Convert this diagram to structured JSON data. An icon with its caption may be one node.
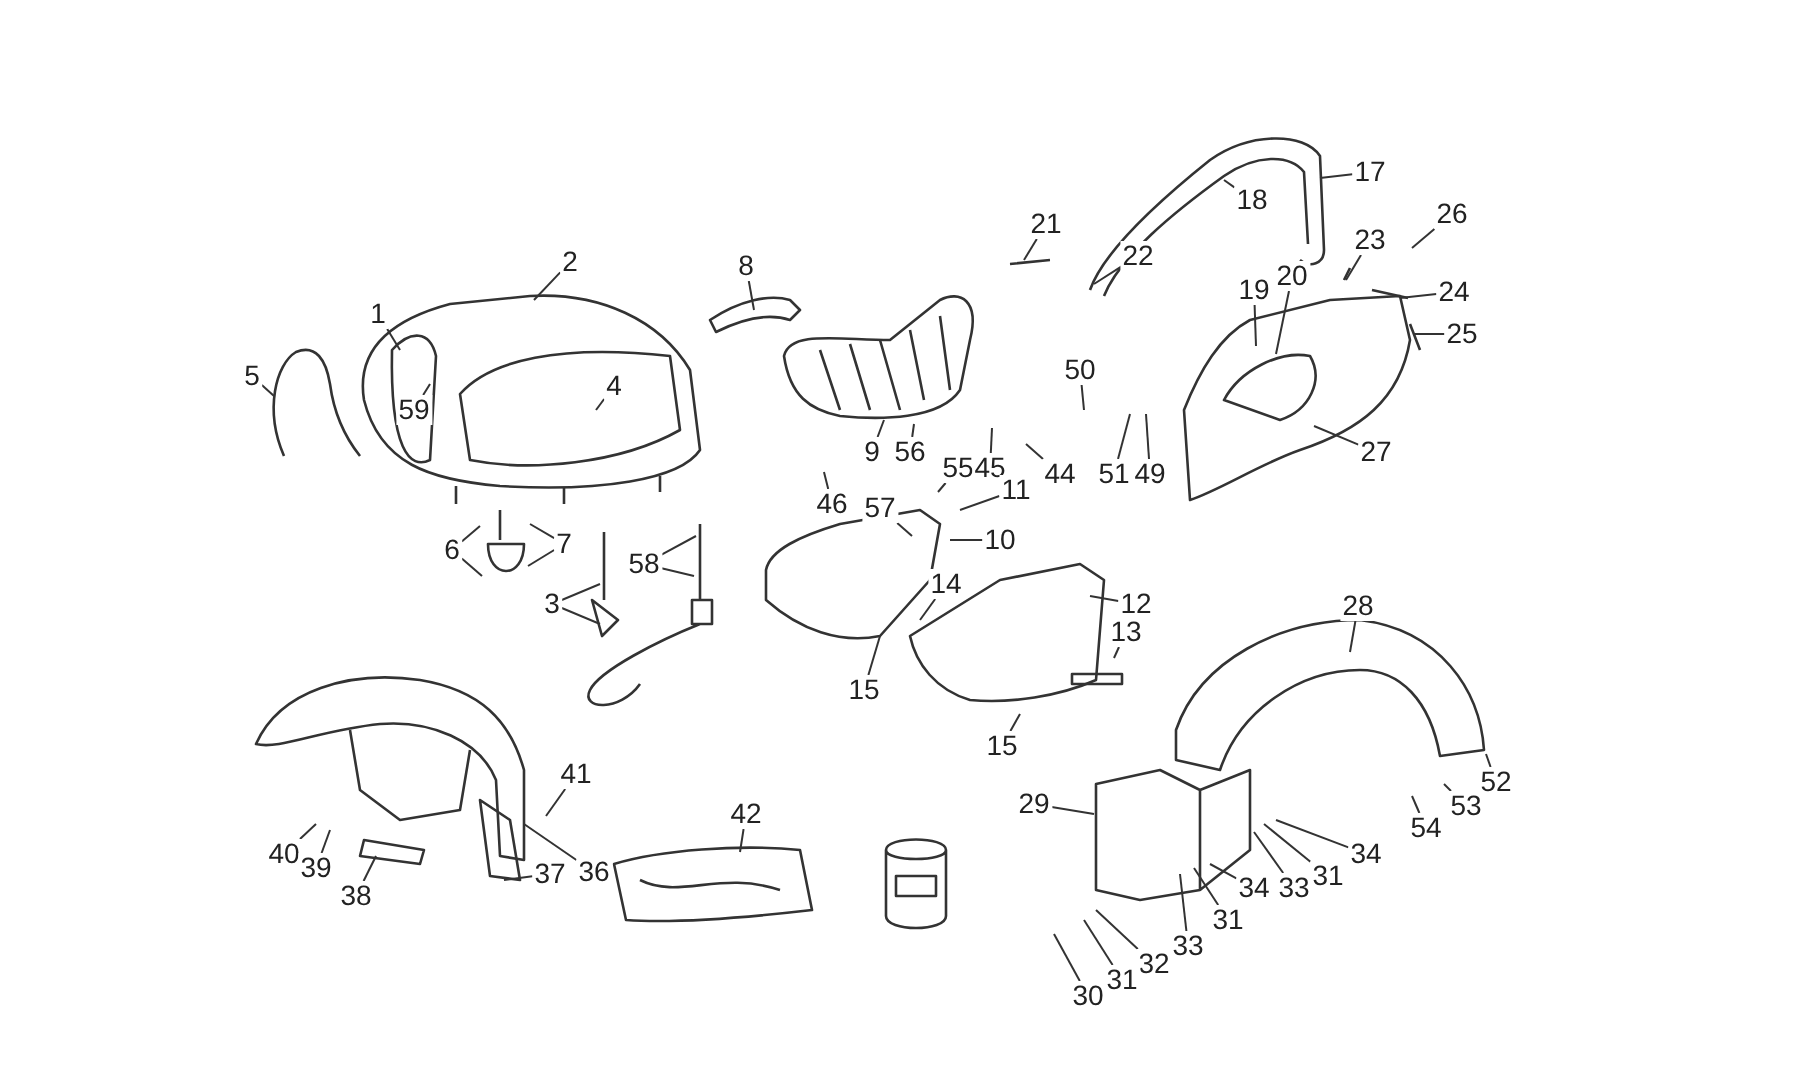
{
  "diagram": {
    "nodes": [
      {
        "text": [
          "8"
        ]
      },
      {
        "text": [
          "18"
        ]
      },
      {
        "text": [
          "17"
        ]
      },
      {
        "text": [
          "26"
        ]
      },
      {
        "text": [
          "21"
        ]
      },
      {
        "text": [
          "22"
        ]
      },
      {
        "text": [
          "23"
        ]
      },
      {
        "text": [
          "2"
        ]
      },
      {
        "text": [
          "1"
        ]
      },
      {
        "text": [
          "20"
        ]
      },
      {
        "text": [
          "19"
        ]
      },
      {
        "text": [
          "24"
        ]
      },
      {
        "text": [
          "25"
        ]
      },
      {
        "text": [
          "5"
        ]
      },
      {
        "text": [
          "4"
        ]
      },
      {
        "text": [
          "50"
        ]
      },
      {
        "text": [
          "59"
        ]
      },
      {
        "text": [
          "9"
        ]
      },
      {
        "text": [
          "56"
        ]
      },
      {
        "text": [
          "55"
        ]
      },
      {
        "text": [
          "45"
        ]
      },
      {
        "text": [
          "44"
        ]
      },
      {
        "text": [
          "51"
        ]
      },
      {
        "text": [
          "49"
        ]
      },
      {
        "text": [
          "27"
        ]
      },
      {
        "text": [
          "46"
        ]
      },
      {
        "text": [
          "57"
        ]
      },
      {
        "text": [
          "11"
        ]
      },
      {
        "text": [
          "10"
        ]
      },
      {
        "text": [
          "6"
        ]
      },
      {
        "text": [
          "7"
        ]
      },
      {
        "text": [
          "58"
        ]
      },
      {
        "text": [
          "3"
        ]
      },
      {
        "text": [
          "14"
        ]
      },
      {
        "text": [
          "12"
        ]
      },
      {
        "text": [
          "28"
        ]
      },
      {
        "text": [
          "13"
        ]
      },
      {
        "text": [
          "15"
        ]
      },
      {
        "text": [
          "15"
        ]
      },
      {
        "text": [
          "41"
        ]
      },
      {
        "text": [
          "52"
        ]
      },
      {
        "text": [
          "53"
        ]
      },
      {
        "text": [
          "29"
        ]
      },
      {
        "text": [
          "42"
        ]
      },
      {
        "text": [
          "54"
        ]
      },
      {
        "text": [
          "40"
        ]
      },
      {
        "text": [
          "39"
        ]
      },
      {
        "text": [
          "36"
        ]
      },
      {
        "text": [
          "37"
        ]
      },
      {
        "text": [
          "34"
        ]
      },
      {
        "text": [
          "31"
        ]
      },
      {
        "text": [
          "33"
        ]
      },
      {
        "text": [
          "34"
        ]
      },
      {
        "text": [
          "38"
        ]
      },
      {
        "text": [
          "31"
        ]
      },
      {
        "text": [
          "33"
        ]
      },
      {
        "text": [
          "32"
        ]
      },
      {
        "text": [
          "31"
        ]
      },
      {
        "text": [
          "30"
        ]
      }
    ],
    "edges": [
      {
        "from": 0,
        "to": null,
        "arrow": "none"
      },
      {
        "from": 1,
        "to": null,
        "arrow": "none"
      },
      {
        "from": 2,
        "to": null,
        "arrow": "none"
      },
      {
        "from": 3,
        "to": null,
        "arrow": "none"
      },
      {
        "from": 4,
        "to": null,
        "arrow": "none"
      },
      {
        "from": 5,
        "to": null,
        "arrow": "none"
      },
      {
        "from": 6,
        "to": null,
        "arrow": "none"
      },
      {
        "from": 7,
        "to": null,
        "arrow": "none"
      },
      {
        "from": 8,
        "to": null,
        "arrow": "none"
      },
      {
        "from": 9,
        "to": null,
        "arrow": "none"
      },
      {
        "from": 10,
        "to": null,
        "arrow": "none"
      },
      {
        "from": 11,
        "to": null,
        "arrow": "none"
      },
      {
        "from": 12,
        "to": null,
        "arrow": "none"
      },
      {
        "from": 13,
        "to": null,
        "arrow": "none"
      },
      {
        "from": 14,
        "to": null,
        "arrow": "none"
      },
      {
        "from": 15,
        "to": null,
        "arrow": "none"
      },
      {
        "from": 16,
        "to": null,
        "arrow": "none"
      },
      {
        "from": 17,
        "to": null,
        "arrow": "none"
      },
      {
        "from": 18,
        "to": null,
        "arrow": "none"
      },
      {
        "from": 19,
        "to": null,
        "arrow": "none"
      },
      {
        "from": 20,
        "to": null,
        "arrow": "none"
      },
      {
        "from": 21,
        "to": null,
        "arrow": "none"
      },
      {
        "from": 22,
        "to": null,
        "arrow": "none"
      },
      {
        "from": 23,
        "to": null,
        "arrow": "none"
      },
      {
        "from": 24,
        "to": null,
        "arrow": "none"
      },
      {
        "from": 25,
        "to": null,
        "arrow": "none"
      },
      {
        "from": 26,
        "to": null,
        "arrow": "none"
      },
      {
        "from": 27,
        "to": null,
        "arrow": "none"
      },
      {
        "from": 28,
        "to": null,
        "arrow": "none"
      },
      {
        "from": 29,
        "to": null,
        "arrow": "none"
      },
      {
        "from": 29,
        "to": null,
        "arrow": "none"
      },
      {
        "from": 30,
        "to": null,
        "arrow": "none"
      },
      {
        "from": 30,
        "to": null,
        "arrow": "none"
      },
      {
        "from": 31,
        "to": null,
        "arrow": "none"
      },
      {
        "from": 31,
        "to": null,
        "arrow": "none"
      },
      {
        "from": 32,
        "to": null,
        "arrow": "none"
      },
      {
        "from": 32,
        "to": null,
        "arrow": "none"
      },
      {
        "from": 33,
        "to": null,
        "arrow": "none"
      },
      {
        "from": 34,
        "to": null,
        "arrow": "none"
      },
      {
        "from": 35,
        "to": null,
        "arrow": "none"
      },
      {
        "from": 36,
        "to": null,
        "arrow": "none"
      },
      {
        "from": 37,
        "to": null,
        "arrow": "none"
      },
      {
        "from": 38,
        "to": null,
        "arrow": "none"
      },
      {
        "from": 39,
        "to": null,
        "arrow": "none"
      },
      {
        "from": 40,
        "to": null,
        "arrow": "none"
      },
      {
        "from": 41,
        "to": null,
        "arrow": "none"
      },
      {
        "from": 42,
        "to": null,
        "arrow": "none"
      },
      {
        "from": 43,
        "to": null,
        "arrow": "none"
      },
      {
        "from": 44,
        "to": null,
        "arrow": "none"
      },
      {
        "from": 45,
        "to": null,
        "arrow": "none"
      },
      {
        "from": 46,
        "to": null,
        "arrow": "none"
      },
      {
        "from": 47,
        "to": null,
        "arrow": "none"
      },
      {
        "from": 48,
        "to": null,
        "arrow": "none"
      },
      {
        "from": 49,
        "to": null,
        "arrow": "none"
      },
      {
        "from": 50,
        "to": null,
        "arrow": "none"
      },
      {
        "from": 51,
        "to": null,
        "arrow": "none"
      },
      {
        "from": 52,
        "to": null,
        "arrow": "none"
      },
      {
        "from": 53,
        "to": null,
        "arrow": "none"
      },
      {
        "from": 54,
        "to": null,
        "arrow": "none"
      },
      {
        "from": 55,
        "to": null,
        "arrow": "none"
      },
      {
        "from": 56,
        "to": null,
        "arrow": "none"
      },
      {
        "from": 57,
        "to": null,
        "arrow": "none"
      },
      {
        "from": 58,
        "to": null,
        "arrow": "none"
      }
    ]
  }
}
